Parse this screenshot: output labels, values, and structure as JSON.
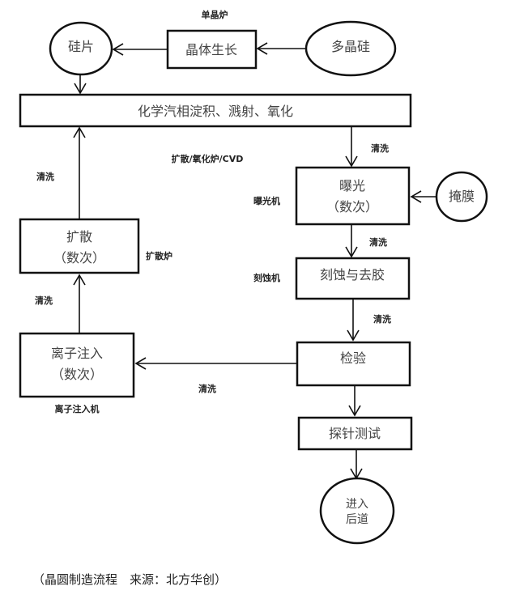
{
  "nodes": {
    "silicon_wafer": "硅片",
    "crystal_growth": "晶体生长",
    "polysilicon": "多晶硅",
    "cvd": "化学汽相淀积、溅射、氧化",
    "exposure": [
      "曝光",
      "（数次）"
    ],
    "mask": "掩膜",
    "etch": "刻蚀与去胶",
    "inspection": "检验",
    "probe_test": "探针测试",
    "backend": [
      "进入",
      "后道"
    ],
    "ion_implant": [
      "离子注入",
      "（数次）"
    ],
    "diffusion": [
      "扩散",
      "（数次）"
    ]
  },
  "labels": {
    "single_crystal_furnace": "单晶炉",
    "diffusion_oxidation_cvd": "扩散/氧化炉/CVD",
    "clean_1": "清洗",
    "exposure_machine": "曝光机",
    "clean_2": "清洗",
    "etch_machine": "刻蚀机",
    "clean_3": "清洗",
    "clean_4": "清洗",
    "ion_implanter": "离子注入机",
    "clean_5": "清洗",
    "diffusion_furnace": "扩散炉",
    "clean_6": "清洗"
  },
  "caption": "（晶圆制造流程　来源：北方华创）"
}
